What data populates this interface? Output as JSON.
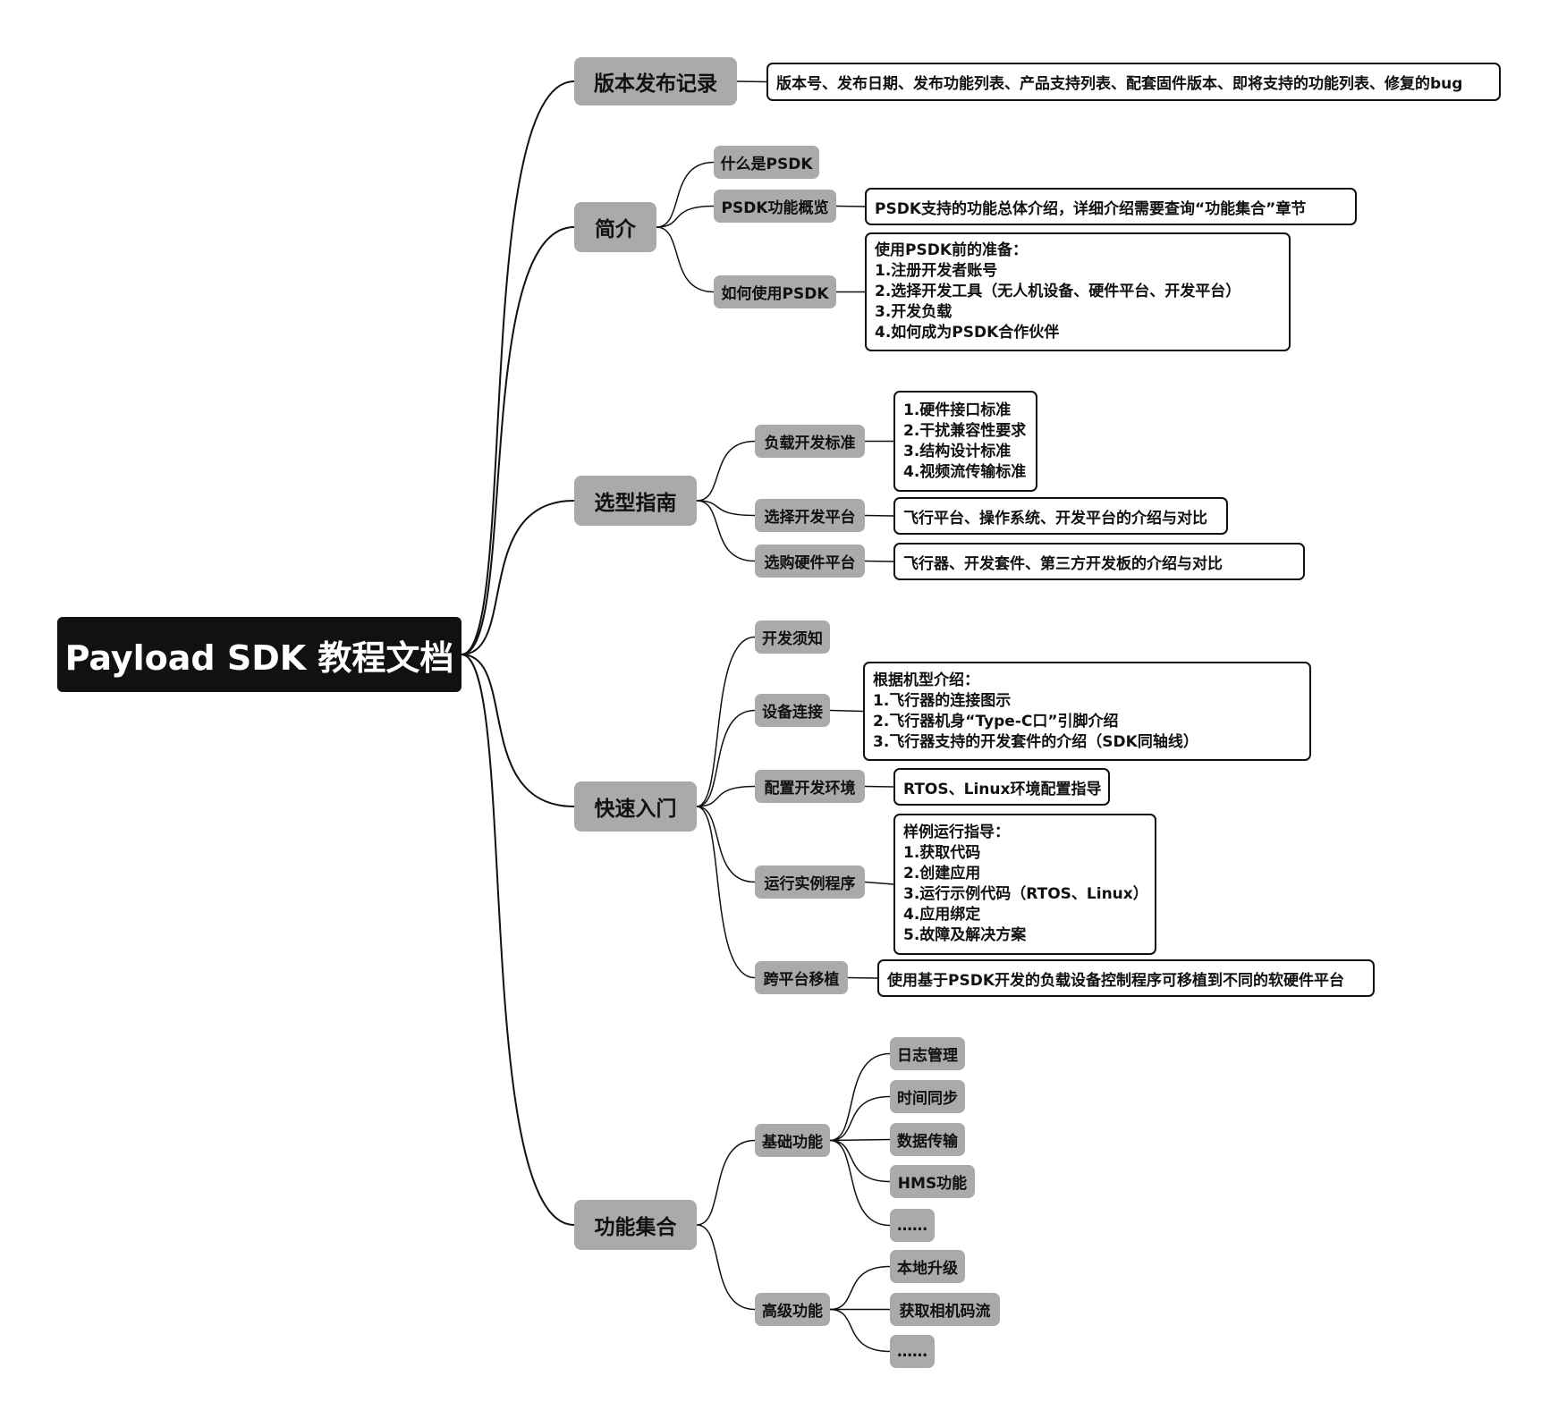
{
  "root": "Payload SDK 教程文档",
  "release": {
    "label": "版本发布记录",
    "desc": "版本号、发布日期、发布功能列表、产品支持列表、配套固件版本、即将支持的功能列表、修复的bug"
  },
  "intro": {
    "label": "简介",
    "what_is": "什么是PSDK",
    "overview": "PSDK功能概览",
    "overview_desc": "PSDK支持的功能总体介绍，详细介绍需要查询“功能集合”章节",
    "howto": "如何使用PSDK",
    "howto_lines": [
      "使用PSDK前的准备：",
      "1.注册开发者账号",
      "2.选择开发工具（无人机设备、硬件平台、开发平台）",
      "3.开发负载",
      "4.如何成为PSDK合作伙伴"
    ]
  },
  "selection": {
    "label": "选型指南",
    "standard": "负载开发标准",
    "standard_lines": [
      "1.硬件接口标准",
      "2.干扰兼容性要求",
      "3.结构设计标准",
      "4.视频流传输标准"
    ],
    "platform": "选择开发平台",
    "platform_desc": "飞行平台、操作系统、开发平台的介绍与对比",
    "hardware": "选购硬件平台",
    "hardware_desc": "飞行器、开发套件、第三方开发板的介绍与对比"
  },
  "quickstart": {
    "label": "快速入门",
    "notice": "开发须知",
    "connect": "设备连接",
    "connect_lines": [
      "根据机型介绍：",
      "1.飞行器的连接图示",
      "2.飞行器机身“Type-C口”引脚介绍",
      "3.飞行器支持的开发套件的介绍（SDK同轴线）"
    ],
    "env": "配置开发环境",
    "env_desc": "RTOS、Linux环境配置指导",
    "run": "运行实例程序",
    "run_lines": [
      "样例运行指导：",
      "1.获取代码",
      "2.创建应用",
      "3.运行示例代码（RTOS、Linux）",
      "4.应用绑定",
      "5.故障及解决方案"
    ],
    "port": "跨平台移植",
    "port_desc": "使用基于PSDK开发的负载设备控制程序可移植到不同的软硬件平台"
  },
  "features": {
    "label": "功能集合",
    "basic": "基础功能",
    "basic_items": [
      "日志管理",
      "时间同步",
      "数据传输",
      "HMS功能",
      "……"
    ],
    "advanced": "高级功能",
    "advanced_items": [
      "本地升级",
      "获取相机码流",
      "……"
    ]
  }
}
